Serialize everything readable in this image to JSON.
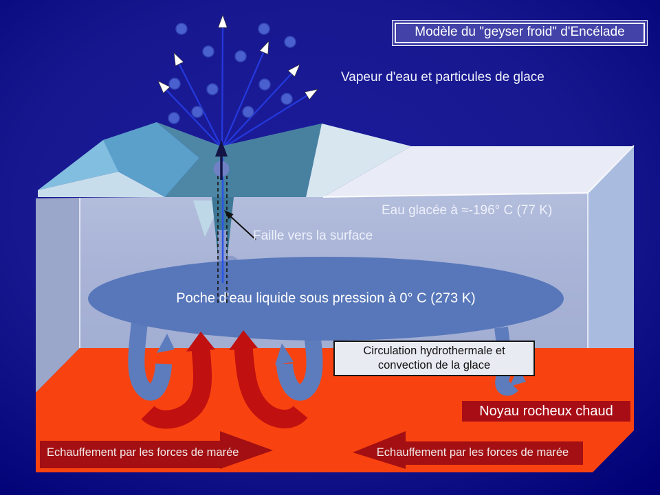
{
  "diagram": {
    "title": "Modèle du \"geyser froid\" d'Encélade",
    "labels": {
      "vapor": "Vapeur d'eau et particules de glace",
      "ice": "Eau glacée à ≈-196° C (77 K)",
      "fault": "Faille vers la surface",
      "pocket": "Poche d'eau liquide sous pression à 0° C (273 K)",
      "circulation_line1": "Circulation hydrothermale et",
      "circulation_line2": "convection de la glace",
      "core": "Noyau rocheux chaud",
      "tidal_left": "Echauffement par les forces de marée",
      "tidal_right": "Echauffement par les forces de marée"
    },
    "palette": {
      "background_navy": "#17178f",
      "geyser_ray_blue": "#2439dc",
      "particle_blue": "#4a60cf",
      "ice_top": "#e9ecf6",
      "ice_front": "#a9b4d7",
      "ice_side_right": "#a9bcdf",
      "ice_side_left": "#9aa6ca",
      "mountain_light": "#82bee0",
      "mountain_medium": "#5b9fcb",
      "mountain_teal": "#47819f",
      "mountain_pale": "#c7ddeb",
      "water_pocket_blue": "#5877ba",
      "plume_column": "#8c9bca",
      "hot_core_orange": "#f84310",
      "convection_red": "#c11010",
      "dark_red_box": "#a80d16",
      "tidal_arrow_red": "#a30f12"
    }
  }
}
